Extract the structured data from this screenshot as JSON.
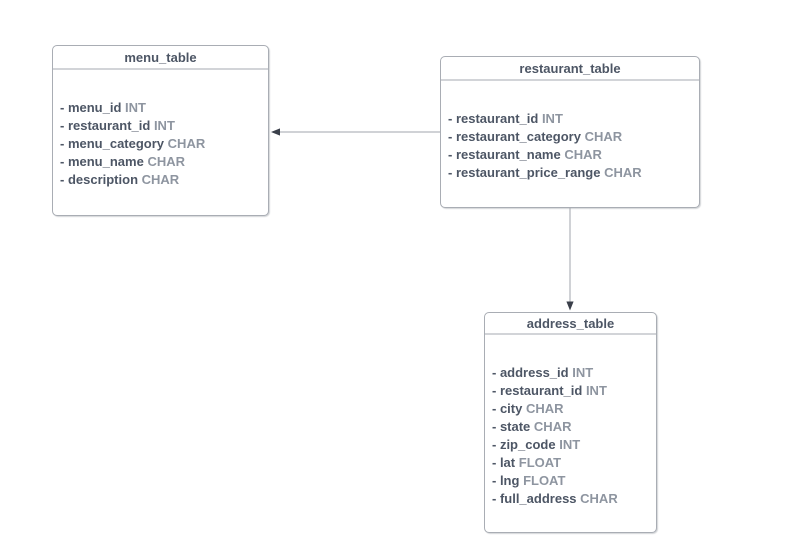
{
  "diagram": {
    "tables": [
      {
        "id": "menu_table",
        "title": "menu_table",
        "fields": [
          {
            "name": "- menu_id",
            "type": "INT"
          },
          {
            "name": "- restaurant_id",
            "type": "INT"
          },
          {
            "name": "- menu_category",
            "type": "CHAR"
          },
          {
            "name": "- menu_name",
            "type": "CHAR"
          },
          {
            "name": "- description",
            "type": "CHAR"
          }
        ]
      },
      {
        "id": "restaurant_table",
        "title": "restaurant_table",
        "fields": [
          {
            "name": "- restaurant_id",
            "type": "INT"
          },
          {
            "name": "- restaurant_category",
            "type": "CHAR"
          },
          {
            "name": "- restaurant_name",
            "type": "CHAR"
          },
          {
            "name": "- restaurant_price_range",
            "type": "CHAR"
          }
        ]
      },
      {
        "id": "address_table",
        "title": "address_table",
        "fields": [
          {
            "name": "- address_id",
            "type": "INT"
          },
          {
            "name": "- restaurant_id",
            "type": "INT"
          },
          {
            "name": "- city",
            "type": "CHAR"
          },
          {
            "name": "- state",
            "type": "CHAR"
          },
          {
            "name": "- zip_code",
            "type": "INT"
          },
          {
            "name": "- lat",
            "type": "FLOAT"
          },
          {
            "name": "- lng",
            "type": "FLOAT"
          },
          {
            "name": "- full_address",
            "type": "CHAR"
          }
        ]
      }
    ],
    "relationships": [
      {
        "from": "restaurant_table",
        "to": "menu_table",
        "arrowhead_at": "menu_table"
      },
      {
        "from": "restaurant_table",
        "to": "address_table",
        "arrowhead_at": "address_table"
      }
    ],
    "colors": {
      "background": "#ffffff",
      "border": "#a9adb4",
      "divider": "#d2d4d8",
      "title_text": "#4d5665",
      "field_name": "#4d5665",
      "field_type": "#8e95a0",
      "arrow_line": "#a2a6ad",
      "arrowhead": "#3a3f4a"
    }
  }
}
